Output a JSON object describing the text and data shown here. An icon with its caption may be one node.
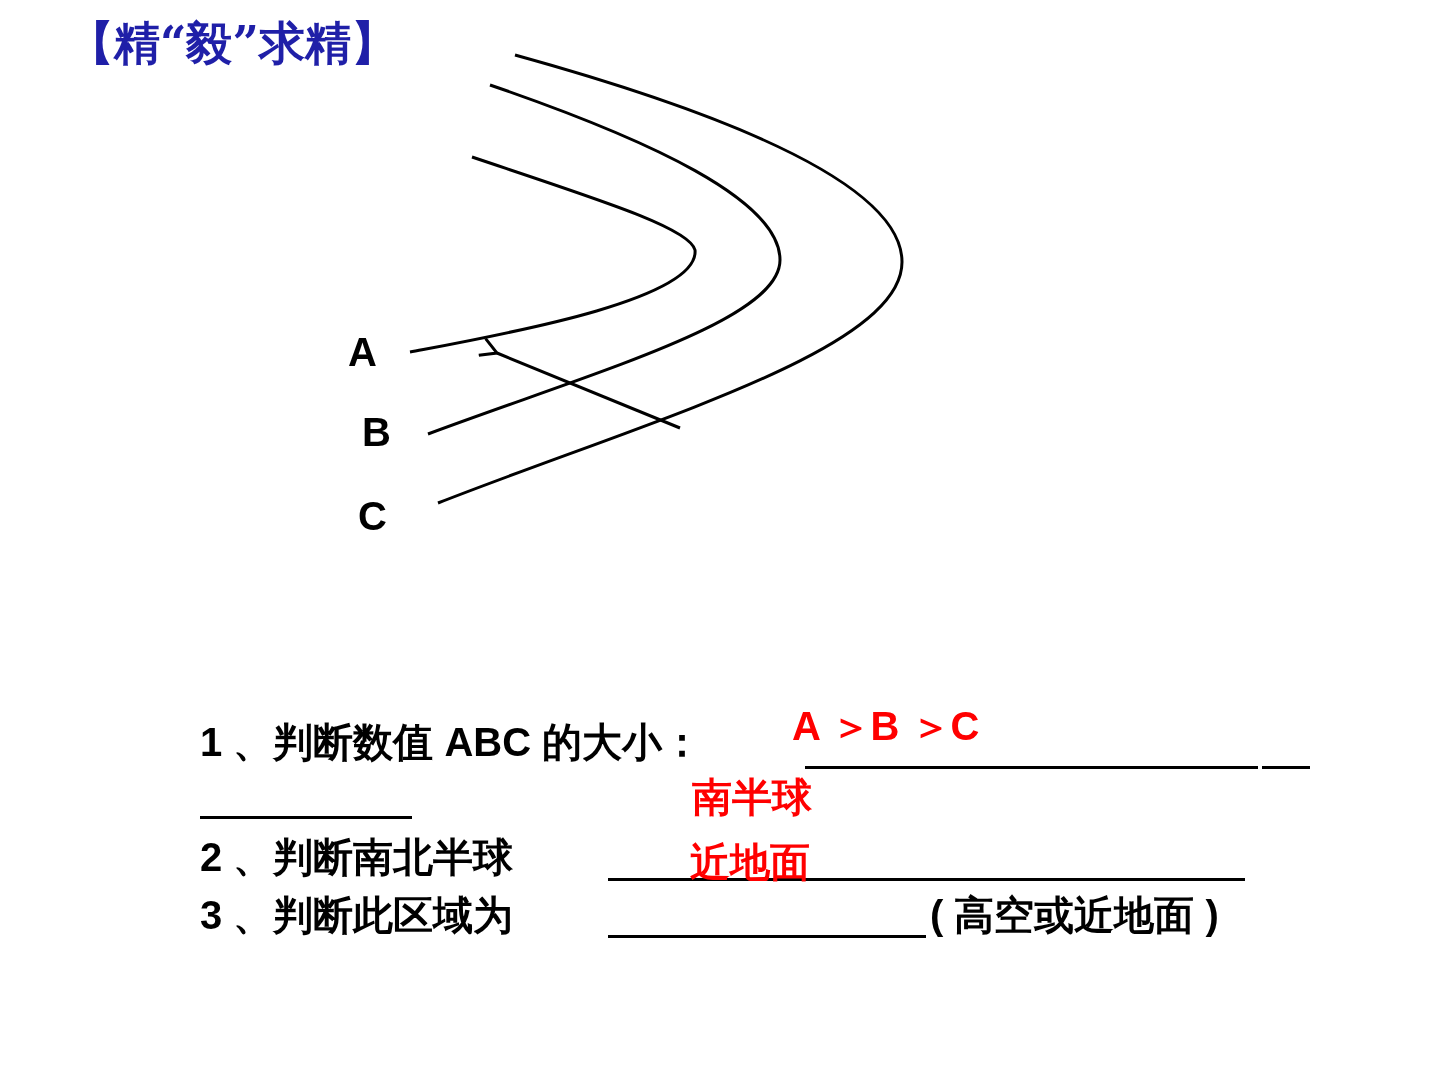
{
  "diagram": {
    "title": "【精“毅”求精】",
    "labels": [
      "A",
      "B",
      "C",
      "1 、判断数值 ABC 的大小：",
      "A ＞B ＞C",
      "南半球",
      "2 、判断南北半球",
      "近地面",
      "3 、判断此区域为",
      "( 高空或近地面 )"
    ]
  }
}
